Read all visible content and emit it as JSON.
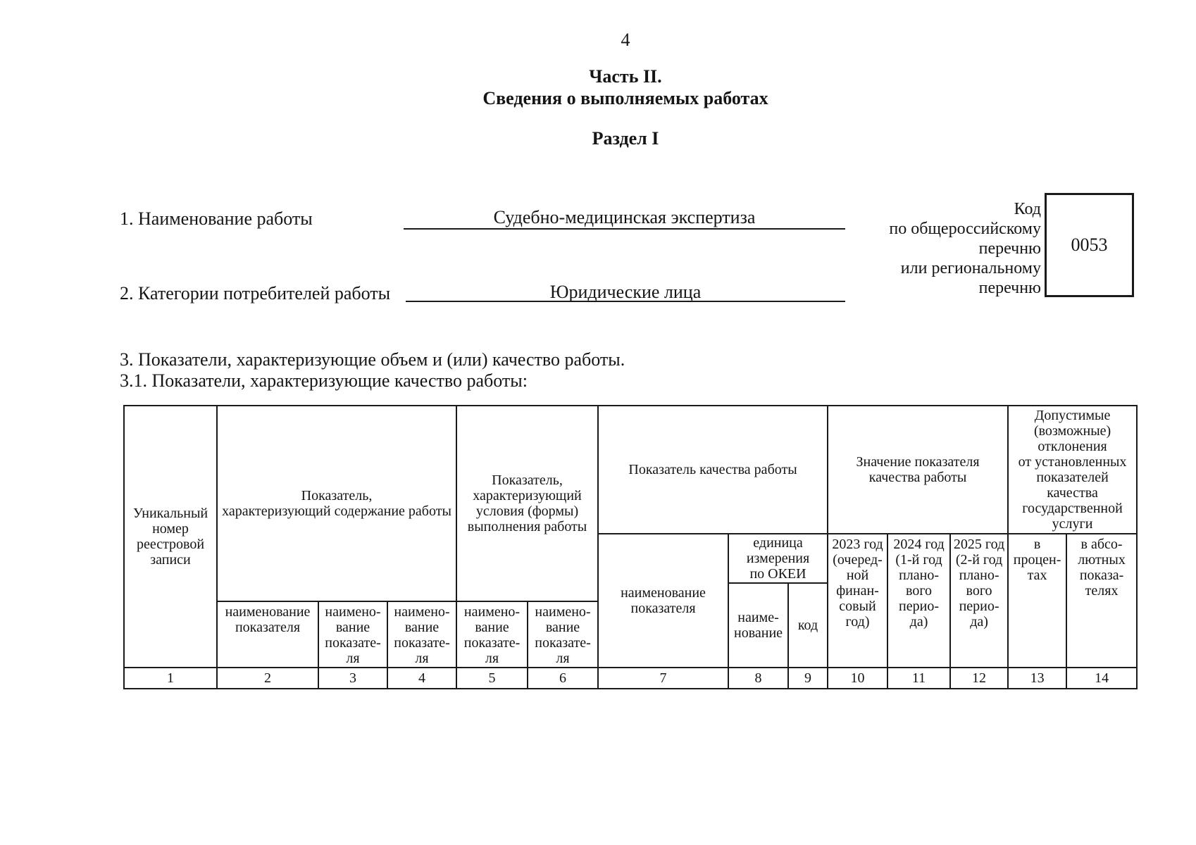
{
  "page": {
    "number": "4",
    "part_title": "Часть II.",
    "part_subtitle": "Сведения о выполняемых работах",
    "section_title": "Раздел I"
  },
  "form": {
    "field1": {
      "label": "1. Наименование работы",
      "value": "Судебно-медицинская экспертиза"
    },
    "field2": {
      "label": "2. Категории потребителей работы",
      "value": "Юридические лица"
    },
    "code": {
      "label_lines": [
        "Код",
        "по общероссийскому",
        "перечню",
        "или региональному",
        "перечню"
      ],
      "value": "0053"
    },
    "para_3": "3. Показатели, характеризующие объем и (или) качество работы.",
    "para_3_1": "3.1. Показатели, характеризующие качество работы:"
  },
  "table": {
    "headers": {
      "unique_number": "Уникальный\nномер\nреестровой\nзаписи",
      "content_group": "Показатель,\nхарактеризующий содержание работы",
      "conditions_group": "Показатель,\nхарактеризующий\nусловия (формы)\nвыполнения работы",
      "quality_group": "Показатель качества работы",
      "value_group": "Значение показателя\nкачества работы",
      "deviation_group": "Допустимые\n(возможные)\nотклонения\nот установленных\nпоказателей\nкачества\nгосударственной\nуслуги",
      "indicator_name": "наименование\nпоказателя",
      "indicator_name_hyphenated": "наимено-\nвание\nпоказате-\nля",
      "unit_group": "единица\nизмерения\nпо ОКЕИ",
      "unit_name": "наиме-\nнование",
      "unit_code": "код",
      "year_2023": "2023 год\n(очеред-\nной\nфинан-\nсовый\nгод)",
      "year_2024": "2024 год\n(1-й год\nплано-\nвого\nперио-\nда)",
      "year_2025": "2025 год\n(2-й год\nплано-\nвого\nперио-\nда)",
      "deviation_percent": "в\nпроцен-\nтах",
      "deviation_absolute": "в абсо-\nлютных\nпоказа-\nтелях"
    },
    "column_numbers": [
      "1",
      "2",
      "3",
      "4",
      "5",
      "6",
      "7",
      "8",
      "9",
      "10",
      "11",
      "12",
      "13",
      "14"
    ]
  }
}
